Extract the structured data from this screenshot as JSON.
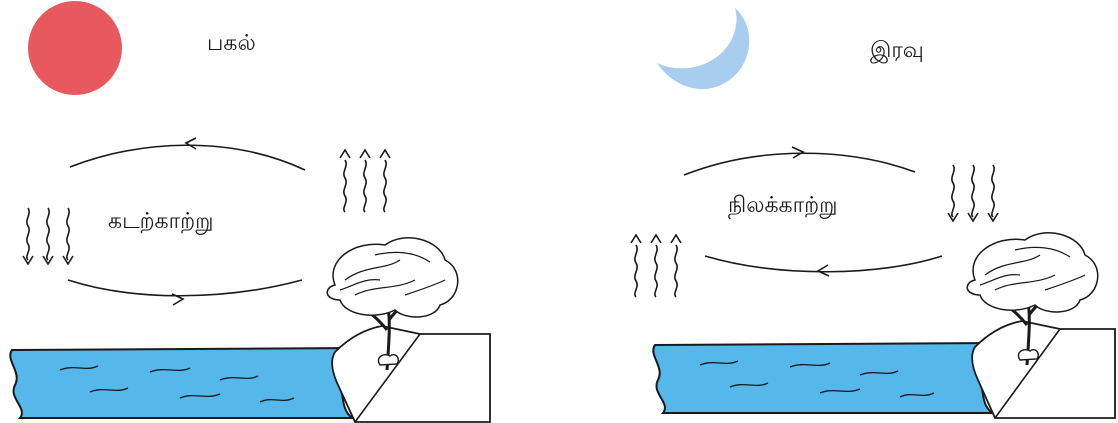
{
  "panels": {
    "day": {
      "title": "பகல்",
      "breeze_label": "கடற்காற்று",
      "sky_icon": "sun-icon"
    },
    "night": {
      "title": "இரவு",
      "breeze_label": "நிலக்காற்று",
      "sky_icon": "moon-icon"
    }
  },
  "colors": {
    "sun": "#e8585f",
    "moon": "#a9cdee",
    "water": "#55b7ea",
    "stroke": "#1a1a1a"
  }
}
